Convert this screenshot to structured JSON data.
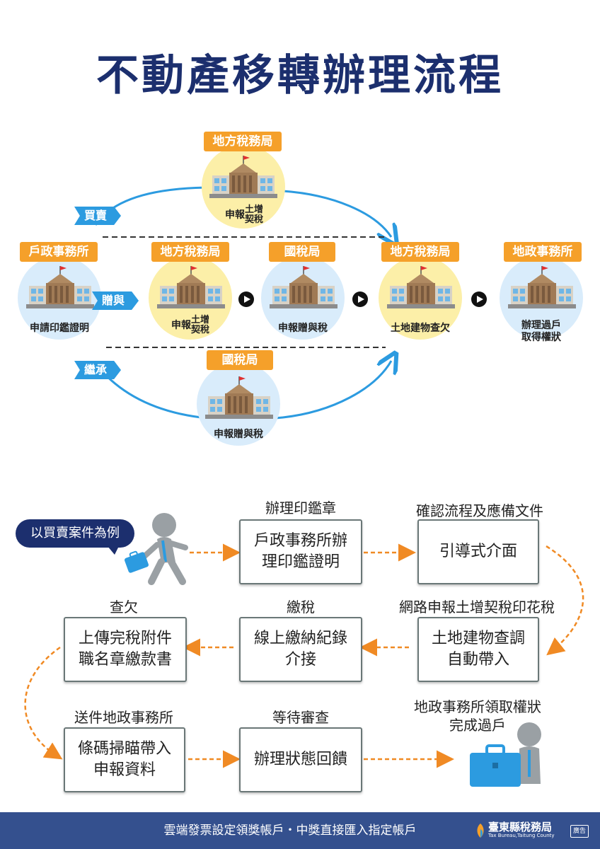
{
  "title": "不動產移轉辦理流程",
  "flow": {
    "top_office": {
      "tag": "地方稅務局",
      "line1": "申報",
      "line2a": "土增",
      "line2b": "契稅"
    },
    "row": [
      {
        "tag": "戶政事務所",
        "label": "申請印鑑證明"
      },
      {
        "tag": "地方稅務局",
        "line1": "申報",
        "line2a": "土增",
        "line2b": "契稅"
      },
      {
        "tag": "國稅局",
        "label": "申報贈與稅"
      },
      {
        "tag": "地方稅務局",
        "label": "土地建物查欠"
      },
      {
        "tag": "地政事務所",
        "label": "辦理過戶",
        "label2": "取得權狀"
      }
    ],
    "bottom_office": {
      "tag": "國稅局",
      "label": "申報贈與稅"
    },
    "branches": {
      "sale": "買賣",
      "gift": "贈與",
      "inherit": "繼承"
    }
  },
  "example_bubble": "以買賣案件為例",
  "steps": [
    {
      "label": "辦理印鑑章",
      "box": "戶政事務所辦\n理印鑑證明"
    },
    {
      "label": "確認流程及應備文件",
      "box": "引導式介面"
    },
    {
      "label": "網路申報土增契稅印花稅",
      "box": "土地建物查調\n自動帶入"
    },
    {
      "label": "繳稅",
      "box": "線上繳納紀錄\n介接"
    },
    {
      "label": "查欠",
      "box": "上傳完稅附件\n職名章繳款書"
    },
    {
      "label": "送件地政事務所",
      "box": "條碼掃瞄帶入\n申報資料"
    },
    {
      "label": "等待審查",
      "box": "辦理狀態回饋"
    },
    {
      "label": "地政事務所領取權狀\n完成過戶"
    }
  ],
  "footer": {
    "text": "雲端發票設定領獎帳戶・中獎直接匯入指定帳戶",
    "logo_main": "臺東縣稅務局",
    "logo_sub": "Tax Bureau,Taitung County",
    "badge": "廣告"
  },
  "colors": {
    "navy": "#1c2f6e",
    "orange": "#f5a02a",
    "blue": "#2c9be0",
    "yellow_circle": "#fcefa8",
    "blue_circle": "#d9ecfb",
    "footer": "#34508e"
  }
}
